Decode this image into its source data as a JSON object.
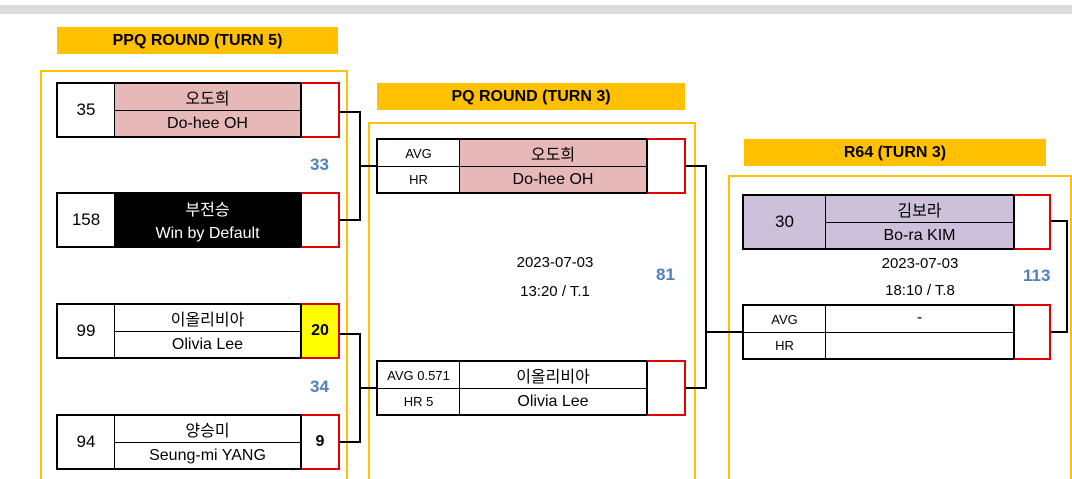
{
  "rounds": {
    "ppq": {
      "title": "PPQ ROUND (TURN 5)"
    },
    "pq": {
      "title": "PQ ROUND (TURN 3)"
    },
    "r64": {
      "title": "R64 (TURN 3)"
    }
  },
  "ppq_matches": [
    {
      "match_no": "33",
      "players": [
        {
          "seed": "35",
          "name_ko": "오도희",
          "name_en": "Do-hee OH",
          "score": ""
        },
        {
          "seed": "158",
          "name_ko": "부전승",
          "name_en": "Win by Default",
          "score": ""
        }
      ]
    },
    {
      "match_no": "34",
      "players": [
        {
          "seed": "99",
          "name_ko": "이올리비아",
          "name_en": "Olivia Lee",
          "score": "20"
        },
        {
          "seed": "94",
          "name_ko": "양승미",
          "name_en": "Seung-mi YANG",
          "score": "9"
        }
      ]
    }
  ],
  "pq_match": {
    "match_no": "81",
    "date": "2023-07-03",
    "time_table": "13:20 / T.1",
    "players": [
      {
        "avg": "AVG",
        "hr": "HR",
        "name_ko": "오도희",
        "name_en": "Do-hee OH",
        "score": ""
      },
      {
        "avg": "AVG 0.571",
        "hr": "HR 5",
        "name_ko": "이올리비아",
        "name_en": "Olivia Lee",
        "score": ""
      }
    ]
  },
  "r64_match": {
    "match_no": "113",
    "date": "2023-07-03",
    "time_table": "18:10 / T.8",
    "seeded": {
      "seed": "30",
      "name_ko": "김보라",
      "name_en": "Bo-ra KIM",
      "score": ""
    },
    "challenger": {
      "avg": "AVG",
      "hr": "HR",
      "name_ko": "-",
      "name_en": "",
      "score": ""
    }
  },
  "colors": {
    "header": "#ffc000",
    "panel_border": "#ffc000",
    "player_pink": "#e6b8b7",
    "player_lavender": "#ccc0da",
    "bye_black": "#000000",
    "score_border": "#e00000",
    "winner_highlight": "#ffff00",
    "match_number": "#4f81bd"
  }
}
